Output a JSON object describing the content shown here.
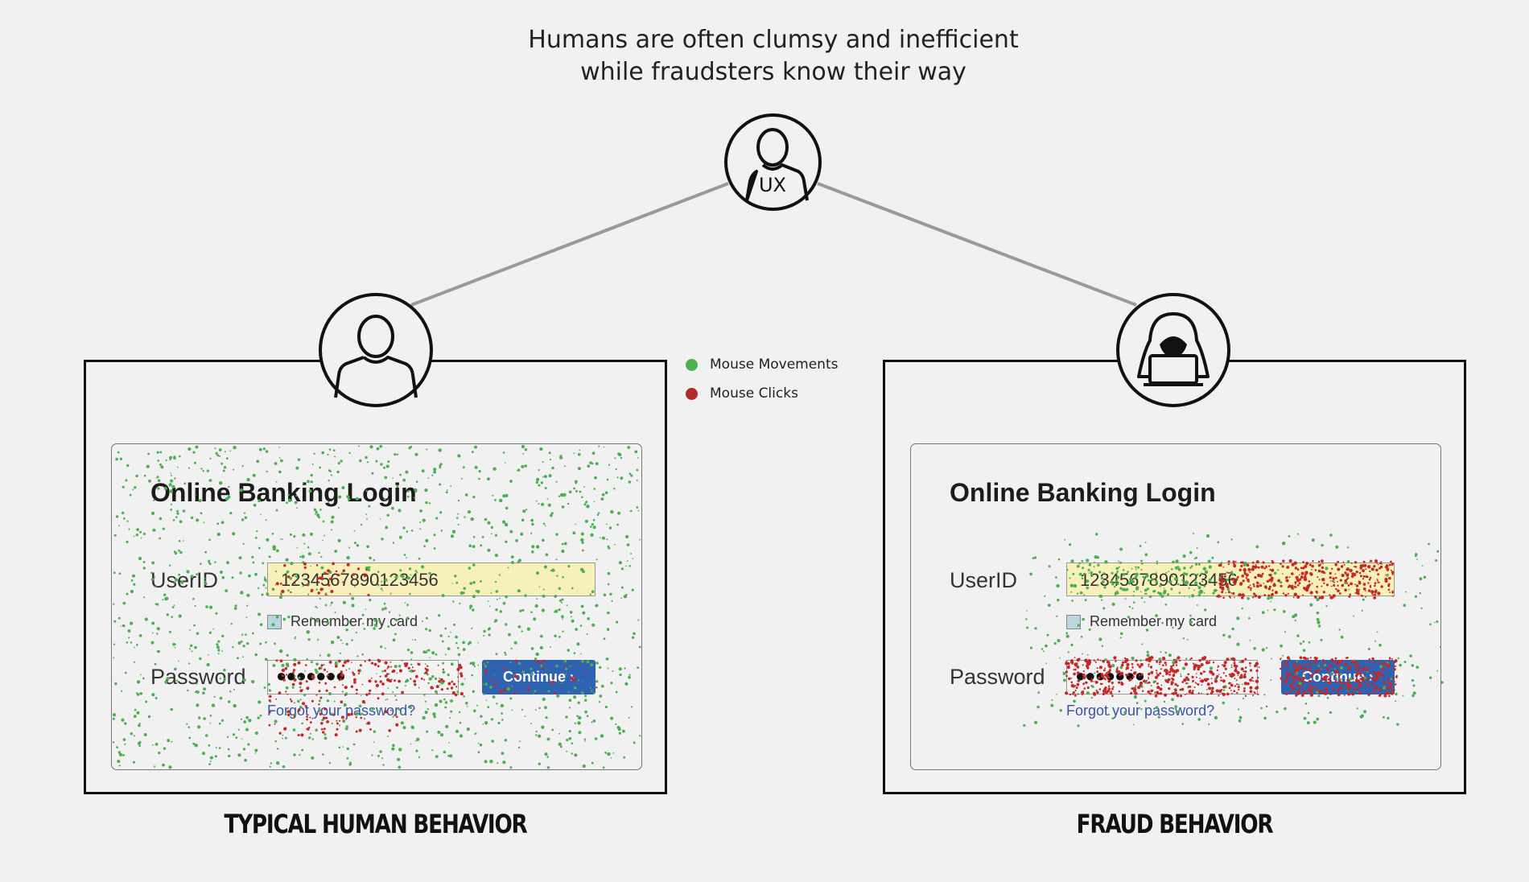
{
  "title": {
    "line1": "Humans are often clumsy and inefficient",
    "line2": "while fraudsters know their way"
  },
  "hub": {
    "icon": "ux-person-icon",
    "label": "UX"
  },
  "legend": [
    {
      "label": "Mouse Movements",
      "color": "#4caf50"
    },
    {
      "label": "Mouse Clicks",
      "color": "#b22a2a"
    }
  ],
  "panels": [
    {
      "caption": "TYPICAL HUMAN BEHAVIOR",
      "icon": "person-icon",
      "form": {
        "title": "Online Banking Login",
        "userid_label": "UserID",
        "userid_value": "1234567890123456",
        "remember_label": "Remember my card",
        "password_label": "Password",
        "password_value": "●●●●●●●",
        "continue_label": "Continue ›",
        "forgot_label": "Forgot your password?"
      }
    },
    {
      "caption": "FRAUD BEHAVIOR",
      "icon": "hooded-hacker-laptop-icon",
      "form": {
        "title": "Online Banking Login",
        "userid_label": "UserID",
        "userid_value": "1234567890123456",
        "remember_label": "Remember my card",
        "password_label": "Password",
        "password_value": "●●●●●●●",
        "continue_label": "Continue ›",
        "forgot_label": "Forgot your password?"
      }
    }
  ],
  "colors": {
    "movement": "#4caf50",
    "click": "#c62828",
    "button": "#2f62b0",
    "link": "#3855a8",
    "userid_bg": "#f8f0bb"
  }
}
